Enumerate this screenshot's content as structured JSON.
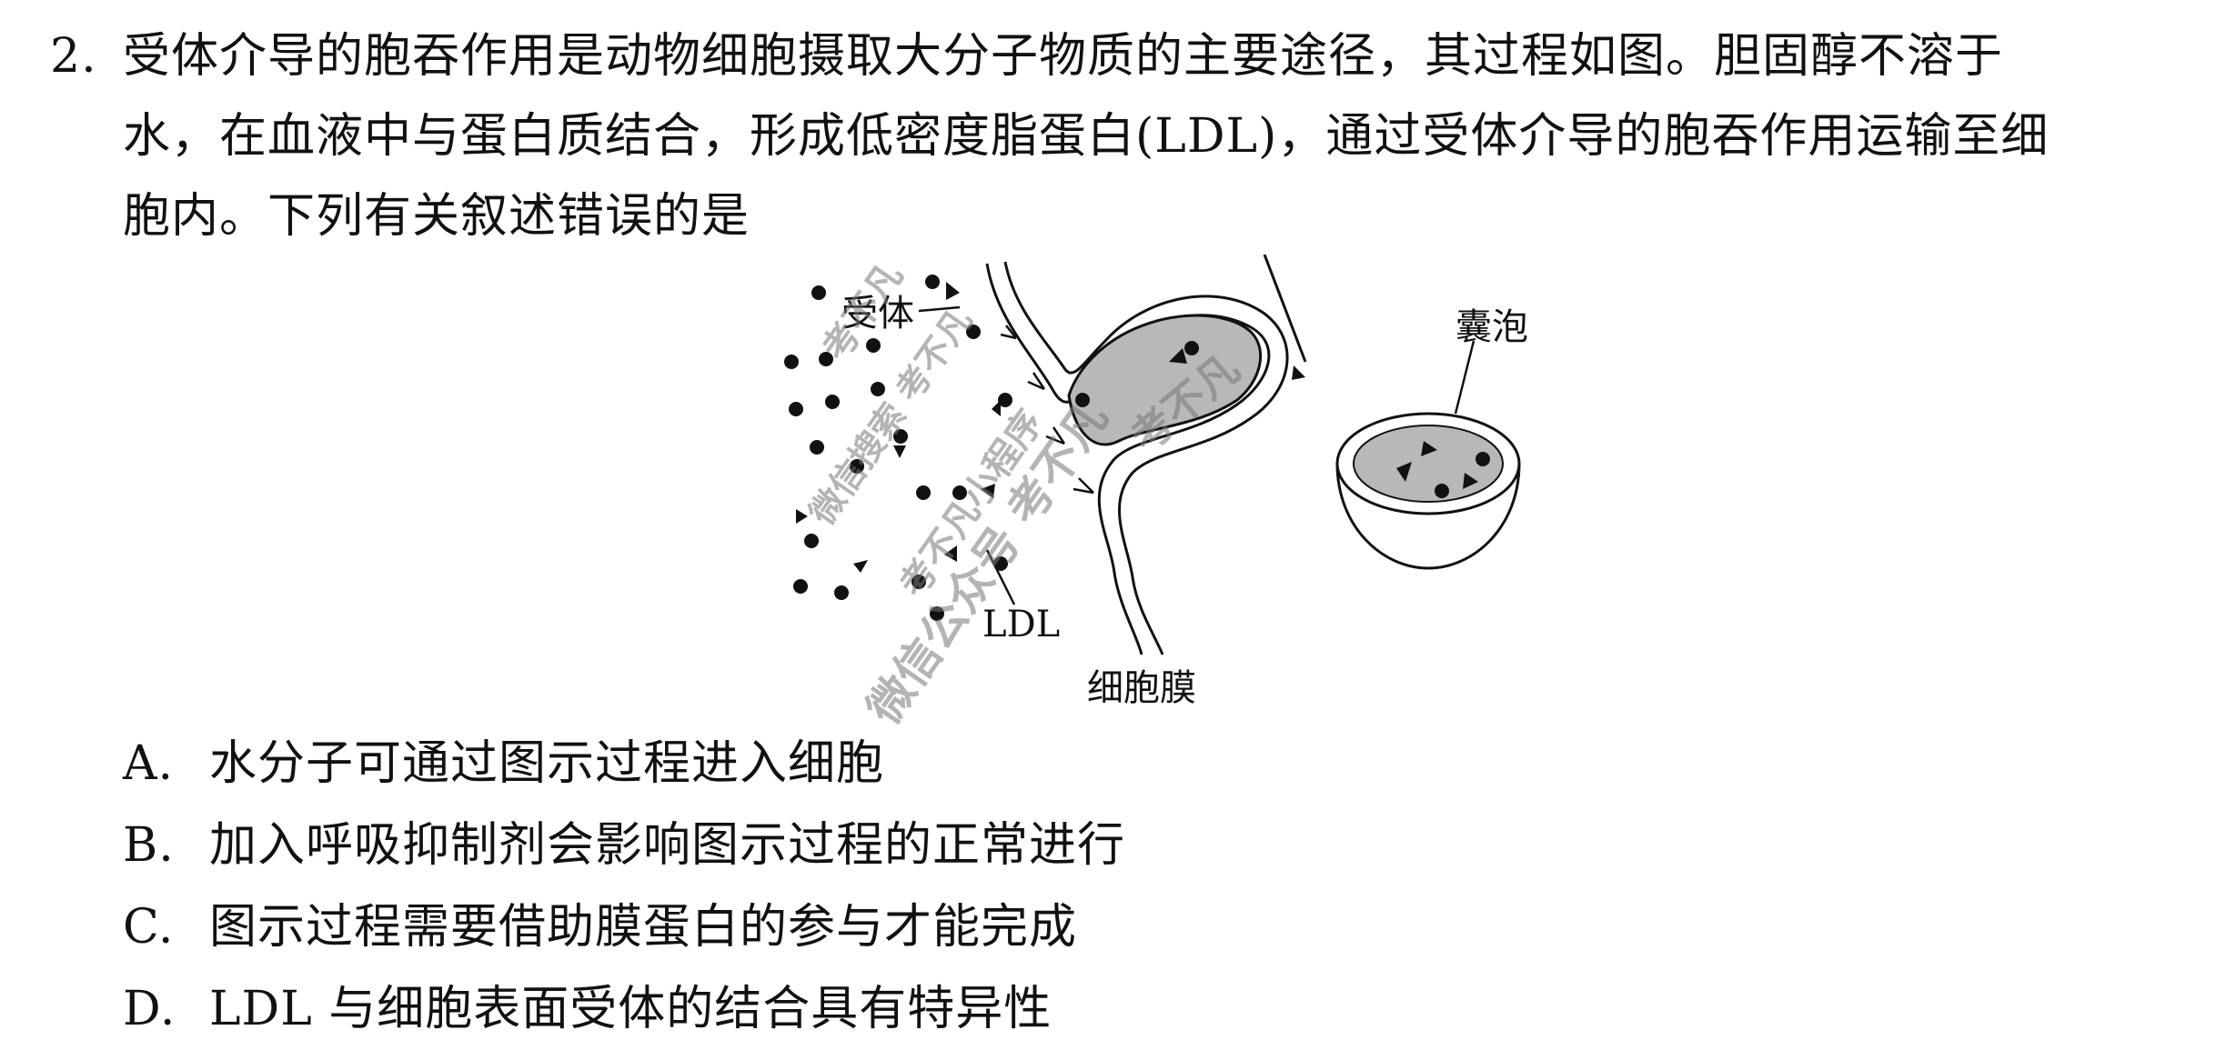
{
  "question": {
    "number": "2.",
    "lines": [
      "受体介导的胞吞作用是动物细胞摄取大分子物质的主要途径，其过程如图。胆固醇不溶于",
      "水，在血液中与蛋白质结合，形成低密度脂蛋白(LDL)，通过受体介导的胞吞作用运输至细",
      "胞内。下列有关叙述错误的是"
    ]
  },
  "figure": {
    "labels": {
      "receptor": "受体",
      "vesicle": "囊泡",
      "ldl": "LDL",
      "membrane": "细胞膜"
    },
    "watermarks": [
      "考不凡",
      "微信搜索 考不凡",
      "考不凡小程序",
      "考不凡",
      "微信公众号 考不凡"
    ]
  },
  "options": [
    {
      "letter": "A.",
      "text": "水分子可通过图示过程进入细胞"
    },
    {
      "letter": "B.",
      "text": "加入呼吸抑制剂会影响图示过程的正常进行"
    },
    {
      "letter": "C.",
      "text": "图示过程需要借助膜蛋白的参与才能完成"
    },
    {
      "letter": "D.",
      "text": "LDL 与细胞表面受体的结合具有特异性"
    }
  ]
}
